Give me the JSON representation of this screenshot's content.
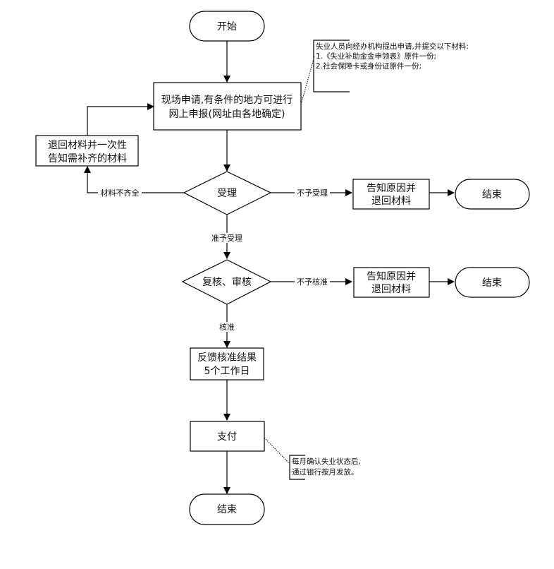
{
  "nodes": {
    "start": {
      "type": "terminal",
      "text": "开始"
    },
    "apply": {
      "type": "process",
      "lines": [
        "现场申请,有条件的地方可进行",
        "网上申报(网址由各地确定)"
      ]
    },
    "return_materials": {
      "type": "process",
      "lines": [
        "退回材料并一次性",
        "告知需补齐的材料"
      ]
    },
    "accept": {
      "type": "decision",
      "text": "受理"
    },
    "reject_notice_1": {
      "type": "process",
      "lines": [
        "告知原因并",
        "退回材料"
      ]
    },
    "end_1": {
      "type": "terminal",
      "text": "结束"
    },
    "review": {
      "type": "decision",
      "text": "复核、审核"
    },
    "reject_notice_2": {
      "type": "process",
      "lines": [
        "告知原因并",
        "退回材料"
      ]
    },
    "end_2": {
      "type": "terminal",
      "text": "结束"
    },
    "feedback": {
      "type": "process",
      "lines": [
        "反馈核准结果",
        "5个工作日"
      ]
    },
    "pay": {
      "type": "process",
      "lines": [
        "支付"
      ]
    },
    "end_final": {
      "type": "terminal",
      "text": "结束"
    }
  },
  "edge_labels": {
    "incomplete": "材料不齐全",
    "not_accepted": "不予受理",
    "accepted": "准予受理",
    "not_approved": "不予核准",
    "approved": "核准"
  },
  "annotations": {
    "apply_note": {
      "lines": [
        "失业人员向经办机构提出申请,并提交以下材料:",
        "1.《失业补助金金申领表》原件一份;",
        "2.社会保障卡或身份证原件一份;"
      ]
    },
    "pay_note": {
      "lines": [
        "每月确认失业状态后,",
        "通过银行按月发放。"
      ]
    }
  }
}
